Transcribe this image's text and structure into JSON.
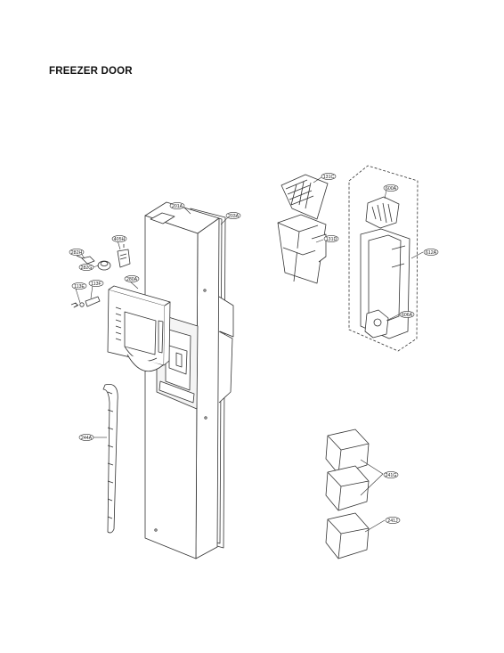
{
  "title": "FREEZER DOOR",
  "parts": {
    "p201A": "201A",
    "p203A": "203A",
    "p405H": "405H",
    "p282H": "282H",
    "p282G": "282G",
    "p280A": "280A",
    "p113E": "113E",
    "p113F": "113F",
    "p244A": "244A",
    "p131C": "131C",
    "p131D": "131D",
    "p600A": "600A",
    "p612A": "612A",
    "p606A": "606A",
    "p241G": "241G",
    "p241J": "241J"
  }
}
